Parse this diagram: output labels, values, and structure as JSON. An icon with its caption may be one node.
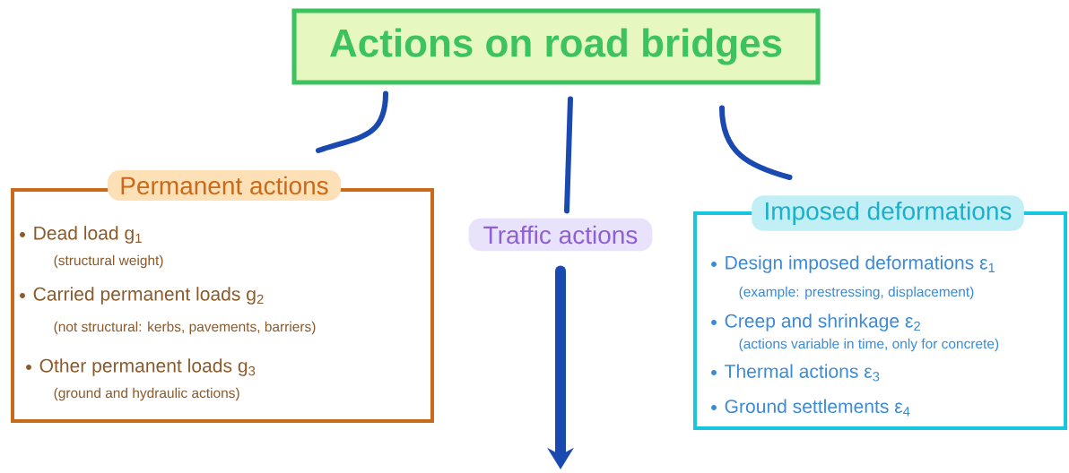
{
  "diagram": {
    "nodes": [
      {
        "text": [
          "Actions on road bridges"
        ]
      },
      {
        "text": [
          "Permanent actions",
          "Dead load g$_{1}$",
          "(structural weight)",
          "Carried permanent loads g$_{2}$",
          "(not structural: kerbs, pavements, barriers)",
          "Other permanent loads g$_{3}$",
          "(ground and hydraulic actions)"
        ]
      },
      {
        "text": [
          "Traffic actions"
        ]
      },
      {
        "text": [
          "Imposed deformations",
          "Design imposed deformations ε$_{1}$",
          "(example: prestressing, displacement)",
          "Creep and shrinkage ε$_{2}$",
          "(actions variable in time, only for concrete)",
          "Thermal actions ε$_{3}$",
          "Ground settlements ε$_{4}$"
        ]
      }
    ],
    "edges": [
      {
        "from": 0,
        "to": 1,
        "arrow": "none"
      },
      {
        "from": 0,
        "to": 2,
        "arrow": "none"
      },
      {
        "from": 0,
        "to": 3,
        "arrow": "none"
      },
      {
        "from": 2,
        "to": null,
        "arrow": "to",
        "style": "thick"
      }
    ]
  }
}
